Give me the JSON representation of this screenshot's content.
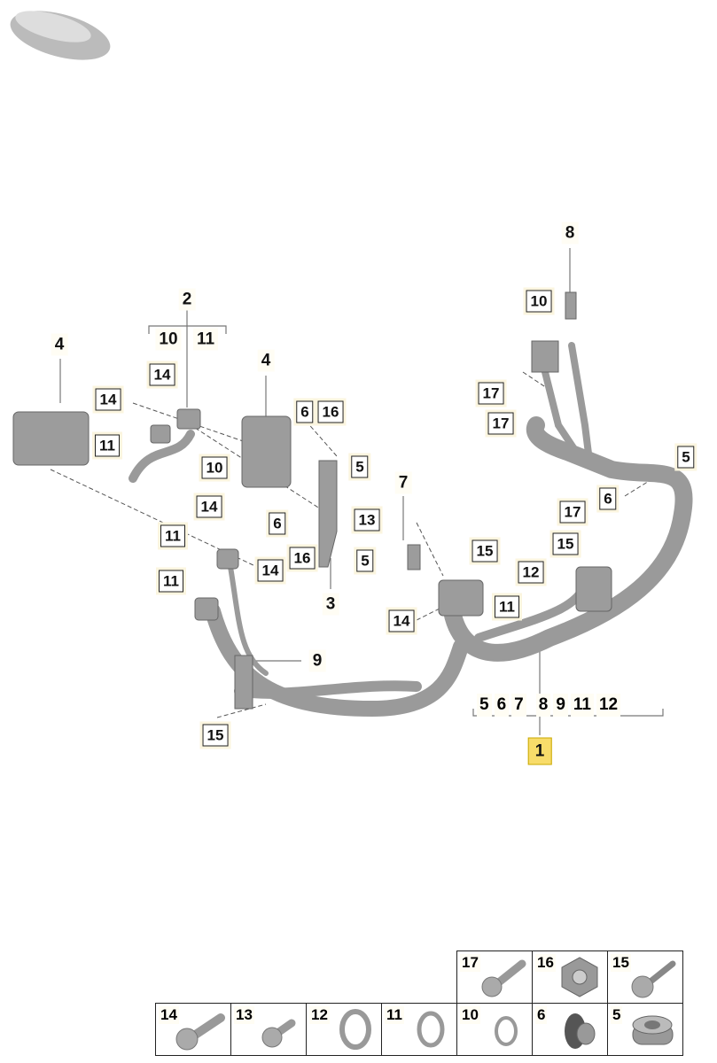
{
  "callouts": [
    "8",
    "10",
    "17",
    "17",
    "5",
    "6",
    "17",
    "15",
    "12",
    "11",
    "15",
    "14",
    "7",
    "2",
    "10",
    "11",
    "4",
    "14",
    "14",
    "11",
    "10",
    "4",
    "6",
    "16",
    "5",
    "14",
    "13",
    "6",
    "16",
    "5",
    "3",
    "11",
    "14",
    "11",
    "9",
    "15",
    "1"
  ],
  "group_1": [
    "5",
    "6",
    "7",
    "8",
    "9",
    "11",
    "12"
  ],
  "parts_table": {
    "top_row": [
      "17",
      "16",
      "15"
    ],
    "bottom_row": [
      "14",
      "13",
      "12",
      "11",
      "10",
      "6",
      "5"
    ]
  },
  "colors": {
    "highlight": "#f8dc6a",
    "part": "#a8a8a8"
  }
}
